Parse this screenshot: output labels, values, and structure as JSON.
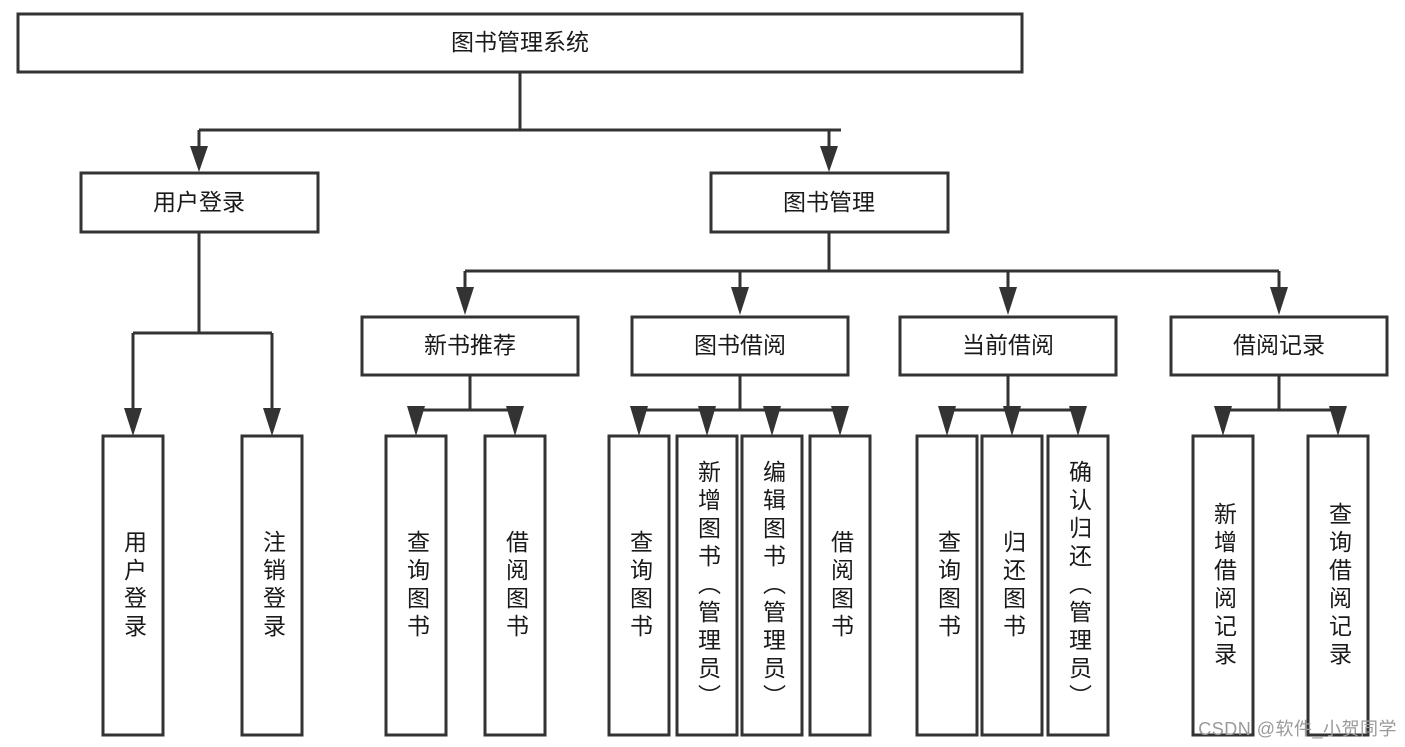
{
  "diagram": {
    "type": "tree",
    "title": "图书管理系统",
    "watermark": "CSDN @软件_小贺同学",
    "colors": {
      "box_stroke": "#333333",
      "box_fill": "#ffffff",
      "connector": "#333333",
      "text": "#1a1a1a",
      "watermark": "#9a9a9a",
      "background": "#ffffff"
    },
    "root": {
      "label": "图书管理系统"
    },
    "level2": [
      {
        "label": "用户登录"
      },
      {
        "label": "图书管理"
      }
    ],
    "level3": [
      {
        "label": "新书推荐"
      },
      {
        "label": "图书借阅"
      },
      {
        "label": "当前借阅"
      },
      {
        "label": "借阅记录"
      }
    ],
    "leaves": {
      "user_login": [
        {
          "label": "用户登录"
        },
        {
          "label": "注销登录"
        }
      ],
      "new_book_recommend": [
        {
          "label": "查询图书"
        },
        {
          "label": "借阅图书"
        }
      ],
      "book_borrow": [
        {
          "label": "查询图书"
        },
        {
          "label": "新增图书（管理员）"
        },
        {
          "label": "编辑图书（管理员）"
        },
        {
          "label": "借阅图书"
        }
      ],
      "current_borrow": [
        {
          "label": "查询图书"
        },
        {
          "label": "归还图书"
        },
        {
          "label": "确认归还（管理员）"
        }
      ],
      "borrow_record": [
        {
          "label": "新增借阅记录"
        },
        {
          "label": "查询借阅记录"
        }
      ]
    }
  }
}
